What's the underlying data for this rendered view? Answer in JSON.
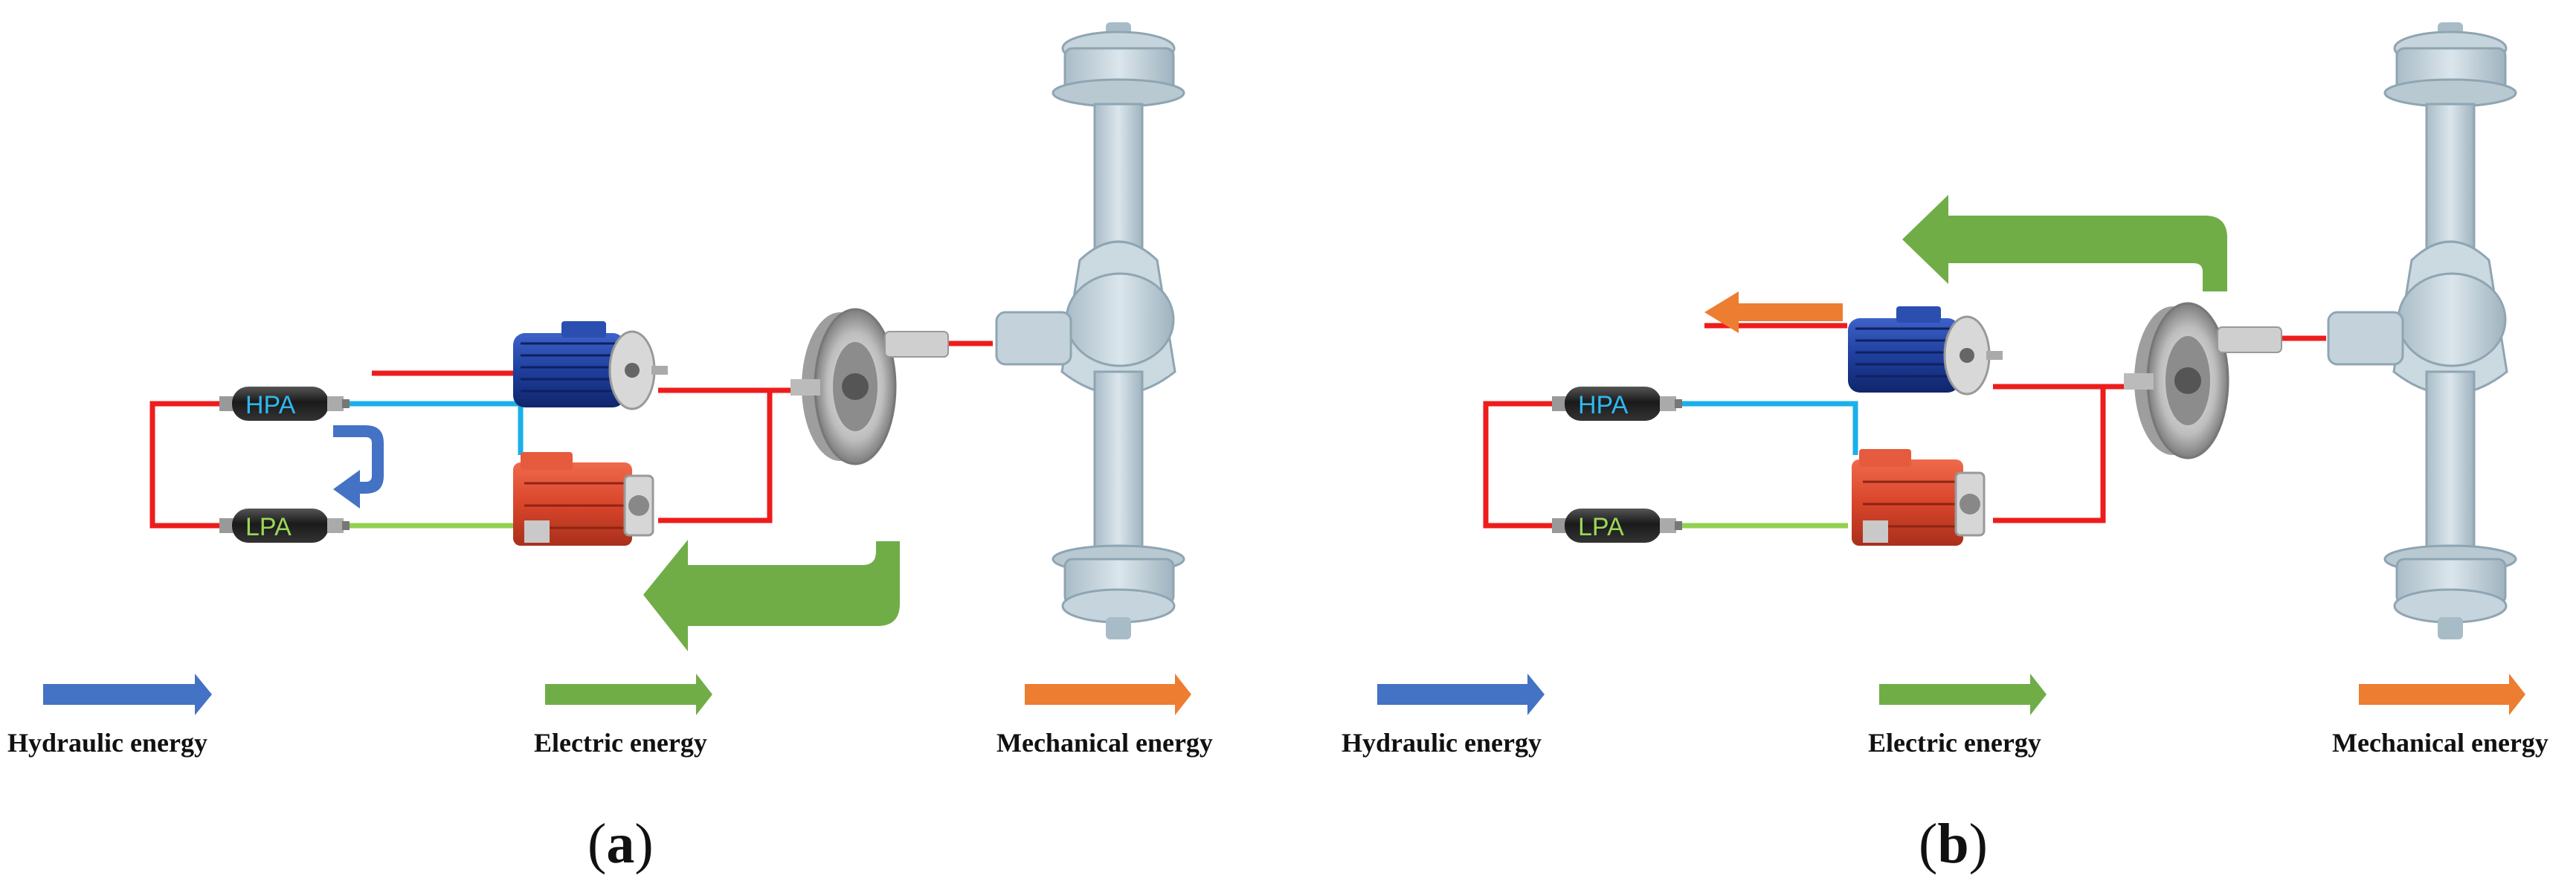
{
  "panels": [
    {
      "id": "a",
      "label_letter": "a",
      "accumulators": {
        "high": "HPA",
        "low": "LPA"
      },
      "legend": {
        "hydraulic": "Hydraulic energy",
        "electric": "Electric energy",
        "mechanical": "Mechanical energy"
      }
    },
    {
      "id": "b",
      "label_letter": "b",
      "accumulators": {
        "high": "HPA",
        "low": "LPA"
      },
      "legend": {
        "hydraulic": "Hydraulic energy",
        "electric": "Electric energy",
        "mechanical": "Mechanical energy"
      }
    }
  ],
  "colors": {
    "hydraulic": "#4472c4",
    "electric": "#70ad47",
    "mechanical": "#ed7d31",
    "line_red": "#ee1c1c",
    "line_blue": "#1ab0ea",
    "line_green": "#92d050",
    "hpa_text": "#2fb7f0",
    "lpa_text": "#9bd65a",
    "motor_blue": "#1f3f9e",
    "pump_red": "#d9452b",
    "axle": "#bfcfd8"
  },
  "icons": [
    "accumulator-icon",
    "electric-motor-icon",
    "hydraulic-pump-icon",
    "gearbox-icon",
    "drive-axle-icon"
  ]
}
